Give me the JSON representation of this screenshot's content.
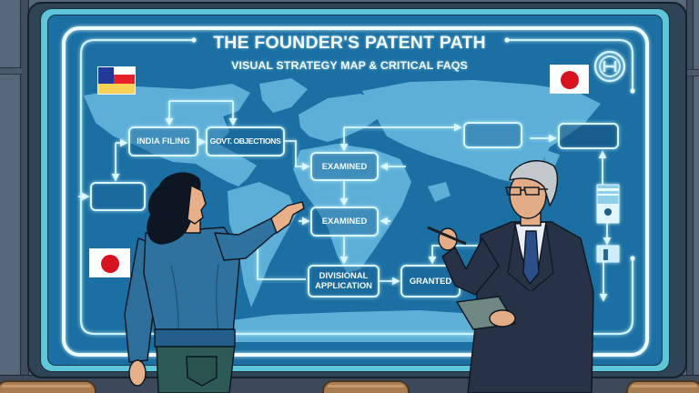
{
  "screen": {
    "title": "THE FOUNDER'S PATENT PATH",
    "subtitle": "VISUAL STRATEGY MAP & CRITICAL FAQS",
    "background": "world map"
  },
  "flags": [
    {
      "name": "multicolor-flag",
      "position": "top-left",
      "colors": [
        "#22399a",
        "#ffffff",
        "#e8202a",
        "#f7d254"
      ]
    },
    {
      "name": "japan-flag",
      "position": "top-right",
      "colors": [
        "#ffffff",
        "#d8121f"
      ]
    },
    {
      "name": "japan-flag",
      "position": "bottom-left",
      "colors": [
        "#ffffff",
        "#d8121f"
      ]
    }
  ],
  "icons": {
    "top_right_badge": "circle-emblem-icon",
    "right_column_device": "device-component-icon",
    "right_column_small": "small-module-icon"
  },
  "flowchart": {
    "nodes": [
      {
        "id": "india-filing",
        "label": "INDIA FILING"
      },
      {
        "id": "govt-objections",
        "label": "GOVT. OBJECTIONS"
      },
      {
        "id": "blank-left",
        "label": ""
      },
      {
        "id": "examined-1",
        "label": "EXAMINED"
      },
      {
        "id": "examined-2",
        "label": "EXAMINED"
      },
      {
        "id": "divisional-application",
        "label": "DIVISIONAL APPLICATION",
        "label_lines": [
          "DIVISIONAL",
          "APPLICATION"
        ]
      },
      {
        "id": "granted",
        "label": "GRANTED"
      },
      {
        "id": "blank-top-1",
        "label": ""
      },
      {
        "id": "blank-top-2",
        "label": ""
      }
    ],
    "edges": [
      {
        "from": "india-filing",
        "to": "govt-objections"
      },
      {
        "from": "india-filing",
        "to": "blank-left"
      },
      {
        "from": "govt-objections",
        "to": "examined-1"
      },
      {
        "from": "examined-1",
        "to": "examined-2"
      },
      {
        "from": "examined-1",
        "to": "blank-top-1"
      },
      {
        "from": "blank-top-1",
        "to": "blank-top-2"
      },
      {
        "from": "examined-2",
        "to": "divisional-application"
      },
      {
        "from": "divisional-application",
        "to": "granted"
      }
    ]
  },
  "scene": {
    "figures": [
      {
        "name": "woman",
        "pose": "pointing at screen"
      },
      {
        "name": "man",
        "pose": "holding pen and tablet"
      }
    ],
    "chairs": 3
  },
  "colors": {
    "wall": "#57677a",
    "frame_cyan": "#5ec6d8",
    "screen_blue": "#1b6fa2",
    "continent_blue": "#5dafd8",
    "line_glow": "#d8f7ff",
    "chair": "#a97c51"
  }
}
